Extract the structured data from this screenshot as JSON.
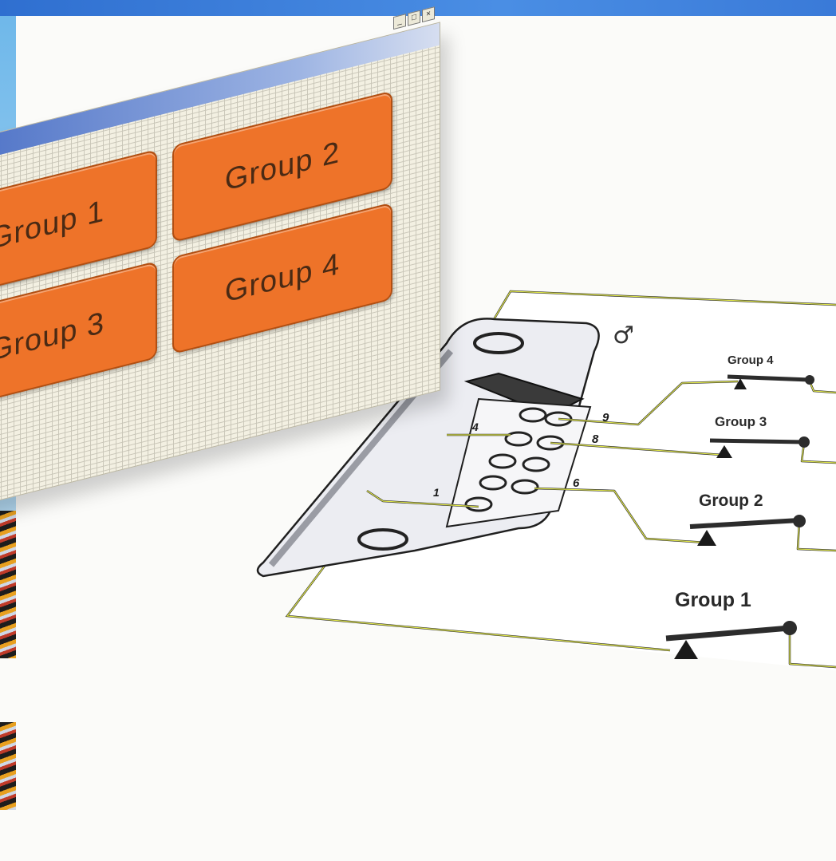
{
  "window": {
    "title_buttons": [
      "_",
      "□",
      "×"
    ],
    "buttons": [
      {
        "id": "group1",
        "label": "Group 1"
      },
      {
        "id": "group2",
        "label": "Group 2"
      },
      {
        "id": "group3",
        "label": "Group 3"
      },
      {
        "id": "group4",
        "label": "Group 4"
      }
    ]
  },
  "diagram": {
    "switch_labels": [
      "Group 4",
      "Group 3",
      "Group 2",
      "Group 1"
    ],
    "pin_labels": [
      "9",
      "4",
      "8",
      "1",
      "6"
    ],
    "symbol": "♂"
  },
  "colors": {
    "button_fill": "#ee7329",
    "wire": "#e2e84a",
    "titlebar": "#4f73c7"
  }
}
